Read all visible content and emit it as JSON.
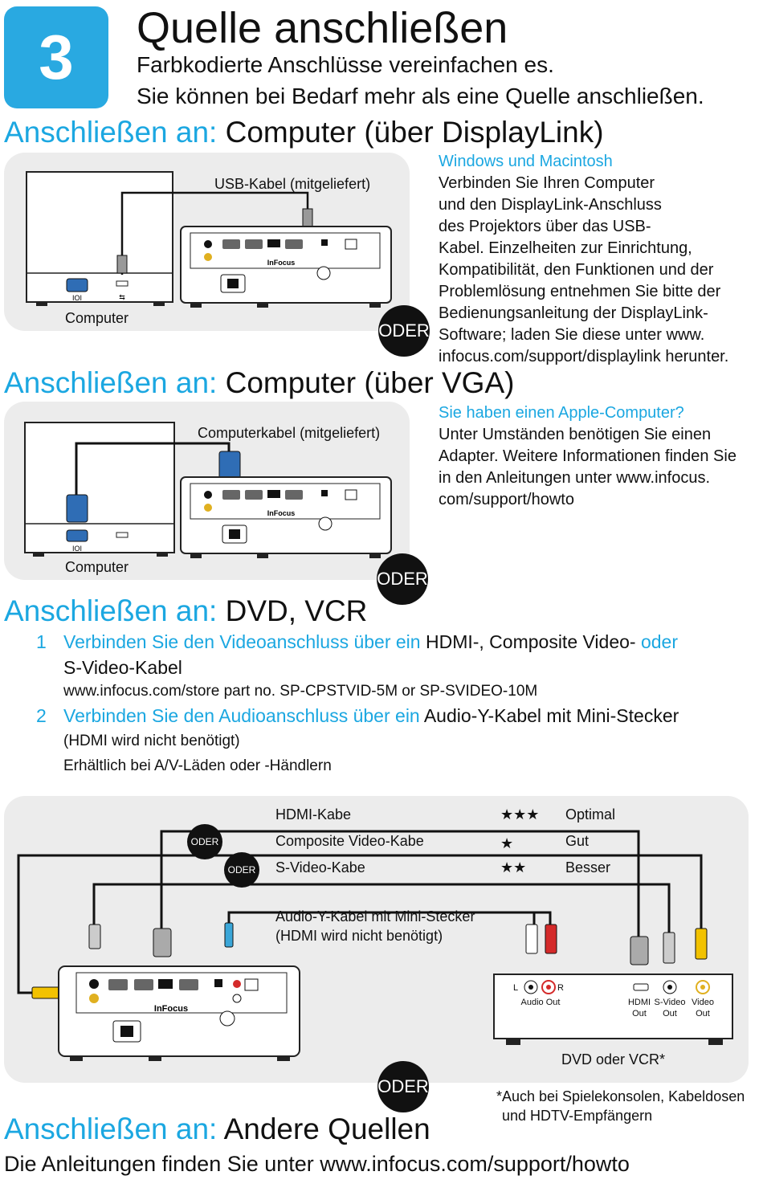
{
  "header": {
    "step_number": "3",
    "title": "Quelle anschließen",
    "subtitle_line1": "Farbkodierte Anschlüsse vereinfachen es.",
    "subtitle_line2": "Sie können bei Bedarf mehr als eine Quelle anschließen."
  },
  "common": {
    "connect_prefix": "Anschließen an:",
    "oder": "ODER"
  },
  "displaylink": {
    "heading": "Computer (über DisplayLink)",
    "cable_label": "USB-Kabel (mitgeliefert)",
    "computer_label": "Computer",
    "side_title": "Windows und Macintosh",
    "side_lines": [
      "Verbinden Sie Ihren Computer",
      "und den DisplayLink-Anschluss",
      "des Projektors über das USB-",
      "Kabel. Einzelheiten zur Einrichtung,",
      "Kompatibilität, den Funktionen und der",
      "Problemlösung entnehmen Sie bitte der",
      "Bedienungsanleitung der DisplayLink-",
      "Software; laden Sie diese unter www.",
      "infocus.com/support/displaylink herunter."
    ]
  },
  "vga": {
    "heading": "Computer (über VGA)",
    "cable_label": "Computerkabel (mitgeliefert)",
    "computer_label": "Computer",
    "side_title": "Sie haben einen Apple-Computer?",
    "side_lines": [
      "Unter Umständen benötigen Sie einen",
      "Adapter. Weitere Informationen finden Sie",
      "in den Anleitungen unter www.infocus.",
      "com/support/howto"
    ]
  },
  "dvd": {
    "heading": "DVD, VCR",
    "step1_num": "1",
    "step1_cyan": "Verbinden Sie den Videoanschluss über ein",
    "step1_black": " HDMI-, Composite Video-",
    "step1_or": " oder",
    "step1_line2": "S-Video-Kabel",
    "step1_note": "www.infocus.com/store part no. SP-CPSTVID-5M or SP-SVIDEO-10M",
    "step2_num": "2",
    "step2_cyan": "Verbinden Sie den Audioanschluss über ein",
    "step2_black": " Audio-Y-Kabel mit Mini-Stecker",
    "step2_note1": "(HDMI wird nicht benötigt)",
    "step2_note2": "Erhältlich bei A/V-Läden oder -Händlern"
  },
  "diagram": {
    "cables": [
      {
        "name": "HDMI-Kabe",
        "stars": "★★★",
        "rating": "Optimal"
      },
      {
        "name": "Composite Video-Kabe",
        "stars": "★",
        "rating": "Gut"
      },
      {
        "name": "S-Video-Kabe",
        "stars": "★★",
        "rating": "Besser"
      }
    ],
    "audio_label1": "Audio-Y-Kabel mit Mini-Stecker",
    "audio_label2": "(HDMI wird nicht benötigt)",
    "audio_l": "L",
    "audio_r": "R",
    "audio_out": "Audio Out",
    "hdmi_out": "HDMI Out",
    "svideo_out": "S-Video Out",
    "video_out": "Video Out",
    "device_label": "DVD  oder VCR*",
    "footnote_line1": "*Auch bei Spielekonsolen, Kabeldosen",
    "footnote_line2": "und HDTV-Empfängern",
    "projector_brand": "InFocus"
  },
  "other": {
    "heading": "Andere Quellen",
    "text": "Die Anleitungen finden Sie unter www.infocus.com/support/howto"
  },
  "colors": {
    "accent": "#1ba7e1",
    "badge": "#29a9e1",
    "panel": "#ececec",
    "vga_connector": "#2f6db5",
    "composite_yellow": "#f2c200",
    "audio_red": "#d42a2a",
    "audio_blue": "#3aa6d8"
  }
}
